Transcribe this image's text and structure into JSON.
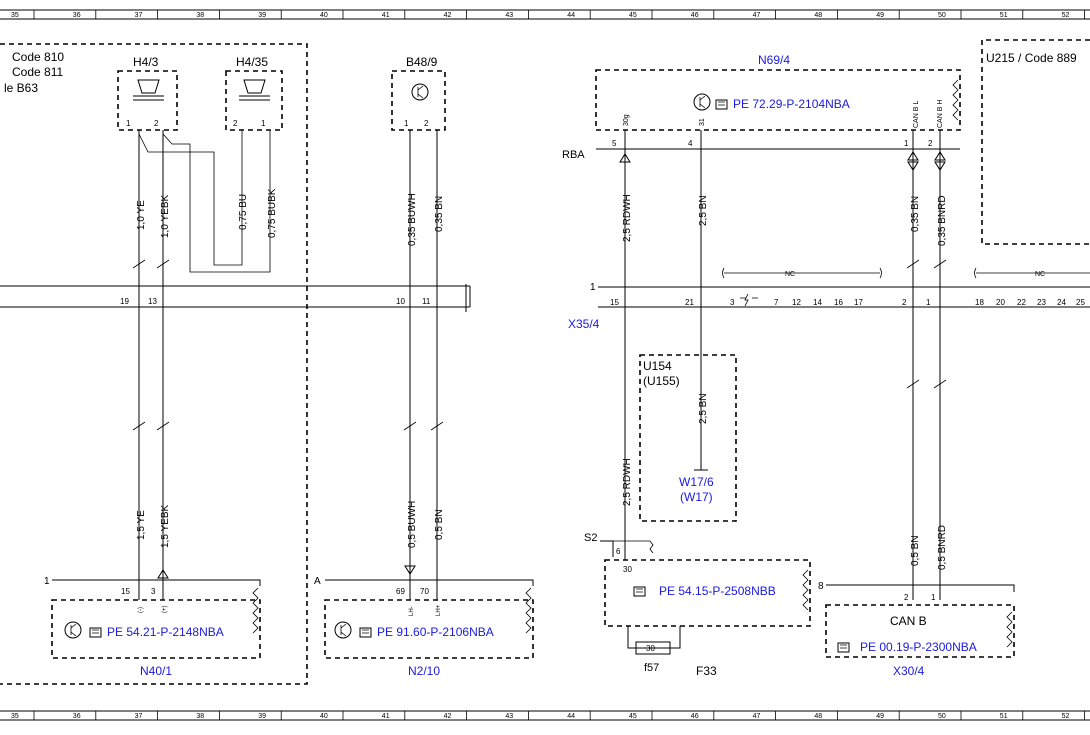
{
  "ruler": {
    "numbers": [
      "35",
      "36",
      "37",
      "38",
      "39",
      "40",
      "41",
      "42",
      "43",
      "44",
      "45",
      "46",
      "47",
      "48",
      "49",
      "50",
      "51",
      "52"
    ]
  },
  "left_block": {
    "codes": [
      "Code 810",
      "Code 811",
      "le B63"
    ]
  },
  "components": {
    "h4_3": {
      "label": "H4/3",
      "pins": [
        "1",
        "2"
      ]
    },
    "h4_35": {
      "label": "H4/35",
      "pins": [
        "2",
        "1"
      ]
    },
    "b48_9": {
      "label": "B48/9",
      "pins": [
        "1",
        "2"
      ]
    },
    "n69_4": {
      "label": "N69/4",
      "ref": "PE 72.29-P-2104NBA",
      "pins": [
        "5",
        "4",
        "1",
        "2"
      ],
      "pin_names": [
        "30g",
        "31",
        "CAN B L",
        "CAN B H"
      ],
      "side": "RBA"
    },
    "u215": {
      "label": "U215 / Code 889"
    },
    "x35_4": {
      "label": "X35/4",
      "left_num": "1",
      "pins_left": [
        "19",
        "13",
        "10",
        "11"
      ],
      "pins_right": [
        "15",
        "21",
        "3",
        "7",
        "12",
        "14",
        "16",
        "17",
        "2",
        "1",
        "18",
        "20",
        "22",
        "23",
        "24",
        "25"
      ],
      "nc": [
        "NC",
        "NC"
      ]
    },
    "u154": {
      "label": "U154",
      "alt": "(U155)",
      "w_label": "W17/6",
      "w_alt": "(W17)"
    },
    "n40_1": {
      "label": "N40/1",
      "ref": "PE 54.21-P-2148NBA",
      "num": "1",
      "pins": [
        "15",
        "3"
      ],
      "pin_marks": [
        "(-)",
        "(+)"
      ]
    },
    "n2_10": {
      "label": "N2/10",
      "ref": "PE 91.60-P-2106NBA",
      "num": "A",
      "pins": [
        "69",
        "70"
      ],
      "pin_marks": [
        "LH-",
        "LH+"
      ]
    },
    "f33": {
      "label": "F33",
      "ref": "PE 54.15-P-2508NBB",
      "s2": "S2",
      "pins": [
        "6",
        "30"
      ],
      "fuse": "30",
      "fuse_label": "f57"
    },
    "x30_4": {
      "label": "X30/4",
      "title": "CAN B",
      "ref": "PE 00.19-P-2300NBA",
      "num": "8",
      "pins": [
        "2",
        "1"
      ]
    }
  },
  "wires": {
    "w_ye_top": "1,0 YE",
    "w_yebk_top": "1,0 YEBK",
    "w_bu": "0,75 BU",
    "w_bubk": "0,75 BUBK",
    "w_buwh_top": "0,35 BUWH",
    "w_bn_b48": "0,35 BN",
    "w_rdwh_top": "2,5 RDWH",
    "w_bn_top": "2,5 BN",
    "w_bn_canl": "0,35 BN",
    "w_bnrd_canh": "0,35 BNRD",
    "w_bn_u154": "2,5 BN",
    "w_ye_bot": "1,5 YE",
    "w_yebk_bot": "1,5 YEBK",
    "w_buwh_bot": "0,5 BUWH",
    "w_bn_bot": "0,5 BN",
    "w_rdwh_bot": "2,5 RDWH",
    "w_bn_x30": "0,5 BN",
    "w_bnrd_x30": "0,5 BNRD"
  }
}
